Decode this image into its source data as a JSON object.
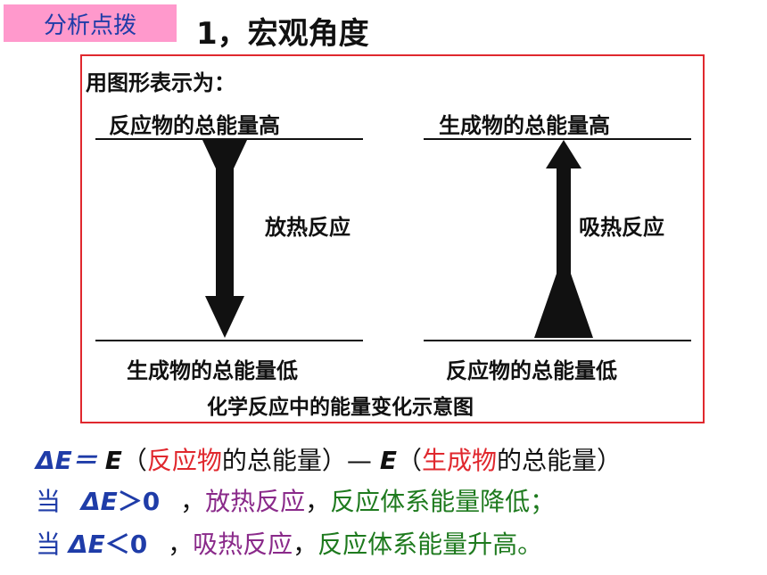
{
  "header": {
    "tag": "分析点拨",
    "title": "1，宏观角度"
  },
  "diagram": {
    "intro": "用图形表示为：",
    "left": {
      "top_label": "反应物的总能量高",
      "middle_label": "放热反应",
      "bottom_label": "生成物的总能量低"
    },
    "right": {
      "top_label": "生成物的总能量高",
      "middle_label": "吸热反应",
      "bottom_label": "反应物的总能量低"
    },
    "caption": "化学反应中的能量变化示意图"
  },
  "formula": {
    "line1": {
      "delta": "ΔE＝",
      "e1": "E",
      "open1": "（",
      "reactant": "反应物",
      "total1": "的总能量）",
      "dash": "— ",
      "e2": "E",
      "open2": "（",
      "product": "生成物",
      "total2": "的总能量）"
    },
    "line2": {
      "when": "当",
      "delta": "ΔE",
      "cond": "＞0",
      "sep": "，",
      "rtype": "放热反应",
      "comma": "，",
      "result": "反应体系能量降低；"
    },
    "line3": {
      "when": "当",
      "delta": "ΔE",
      "cond": "＜0",
      "sep": "，",
      "rtype": "吸热反应",
      "comma": "，",
      "result": "反应体系能量升高。"
    }
  },
  "colors": {
    "tag_bg": "#ff99cc",
    "blue": "#1f3ca8",
    "red": "#e0282e",
    "purple": "#8a2a8a",
    "green": "#1e7a1e"
  }
}
